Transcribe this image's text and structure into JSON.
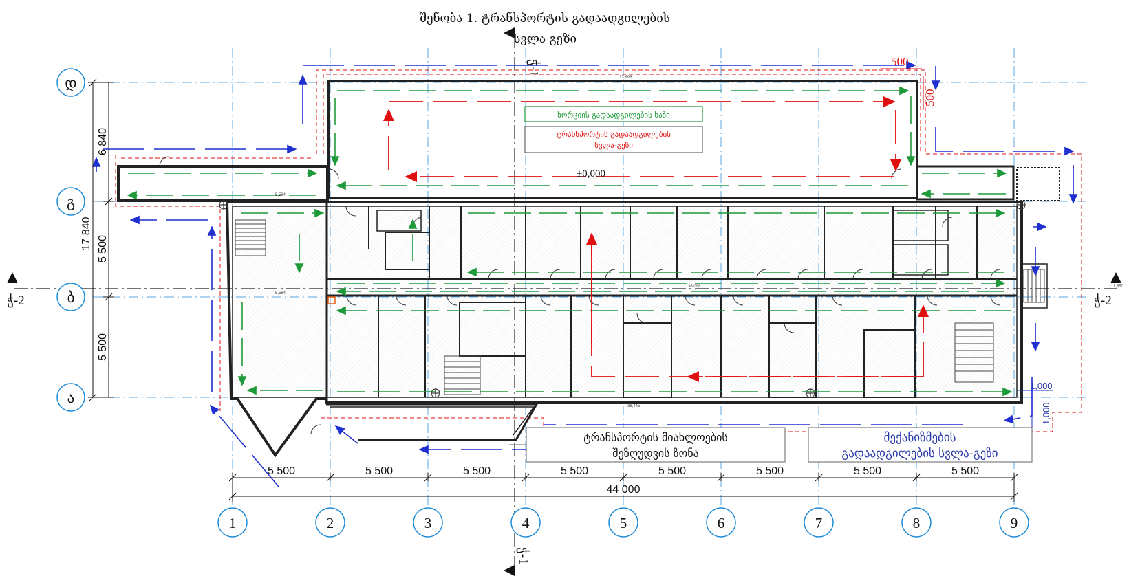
{
  "title": {
    "line1": "შენობა 1. ტრანსპორტის გადაადგილების",
    "line2": "სვლა გეზი"
  },
  "grid_axes": {
    "columns": [
      "1",
      "2",
      "3",
      "4",
      "5",
      "6",
      "7",
      "8",
      "9"
    ],
    "rows": [
      "დ",
      "გ",
      "ბ",
      "ა"
    ]
  },
  "dimensions": {
    "bays": [
      "5 500",
      "5 500",
      "5 500",
      "5 500",
      "5 500",
      "5 500",
      "5 500",
      "5 500"
    ],
    "total": "44 000",
    "left_total": "17 840",
    "left_segments": [
      "6 840",
      "5 500",
      "5 500"
    ],
    "offset_top": "500",
    "offset_right": "500",
    "offset_bottom": "1,000",
    "offset_bottom_right": "1,000"
  },
  "section_labels": {
    "top": "ჭ-1",
    "bottom": "ჭ-1",
    "left": "ჭ-2",
    "right": "ჭ-2"
  },
  "level_mark": "±0,000",
  "inner_legend": {
    "green": "ხორციის გადაადგილების ხაზი",
    "red_line1": "ტრანსპორტის გადაადგილების",
    "red_line2": "სვლა-გეზი"
  },
  "callouts": {
    "zone_line1": "ტრანსპორტის მიახლოების",
    "zone_line2": "შეზღუდვის ზონა",
    "mech_line1": "მექანიზმების",
    "mech_line2": "გადაადგილების სვლა-გეზი"
  },
  "colors": {
    "grid": "#5aa9e6",
    "blue_route": "#1f2fd0",
    "green_route": "#1f9a3a",
    "red_route": "#e01010",
    "wall": "#222222",
    "axis_circle": "#1d8ad6"
  }
}
